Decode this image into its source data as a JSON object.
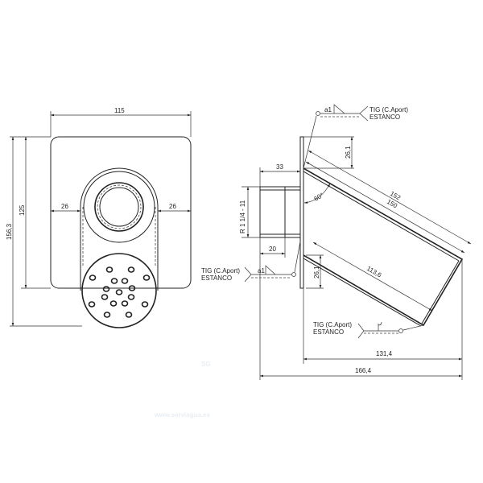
{
  "watermark": {
    "logo": "SG",
    "url": "www.serviagua.es"
  },
  "front_view": {
    "dims": {
      "width": "115",
      "height_plate": "125",
      "height_total": "156,3",
      "left_margin": "26",
      "right_margin": "26"
    },
    "nozzle_holes": 17
  },
  "side_view": {
    "dims": {
      "pipe_length": "33",
      "thread": "R 1 1/4 - 11",
      "thread_length": "20",
      "top_offset": "26,1",
      "bottom_offset": "26,1",
      "angle": "60°",
      "outer_length": "152",
      "inner_length": "150",
      "lower_length": "113,6",
      "projection": "131,4",
      "total_depth": "166,4"
    },
    "welds": [
      {
        "size": "a1",
        "process": "TIG (C.Aport)",
        "note": "ESTANCO"
      },
      {
        "size": "a1",
        "process": "TIG (C.Aport)",
        "note": "ESTANCO"
      },
      {
        "size": "",
        "process": "TIG (C.Aport)",
        "note": "ESTANCO"
      }
    ]
  }
}
